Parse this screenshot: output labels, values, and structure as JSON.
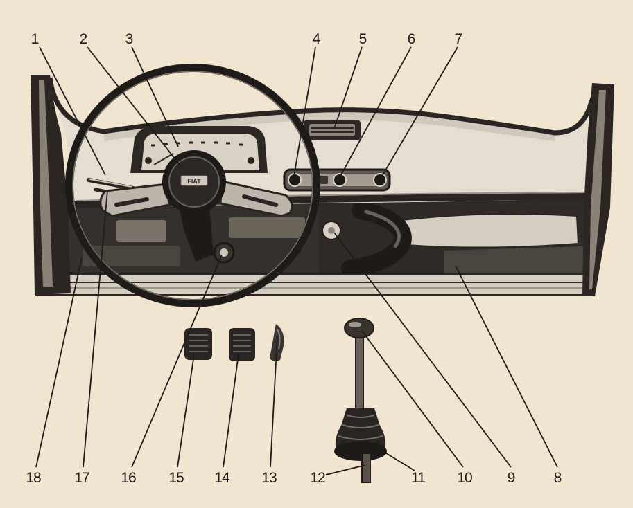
{
  "callouts": [
    "1",
    "2",
    "3",
    "4",
    "5",
    "6",
    "7",
    "8",
    "9",
    "10",
    "11",
    "12",
    "13",
    "14",
    "15",
    "16",
    "17",
    "18"
  ],
  "horn_badge": "FIAT",
  "colors": {
    "paper": "#f1e5cf",
    "ink": "#1e1a18",
    "dash_face": "#e4ddd0",
    "metal": "#bdb6aa"
  }
}
